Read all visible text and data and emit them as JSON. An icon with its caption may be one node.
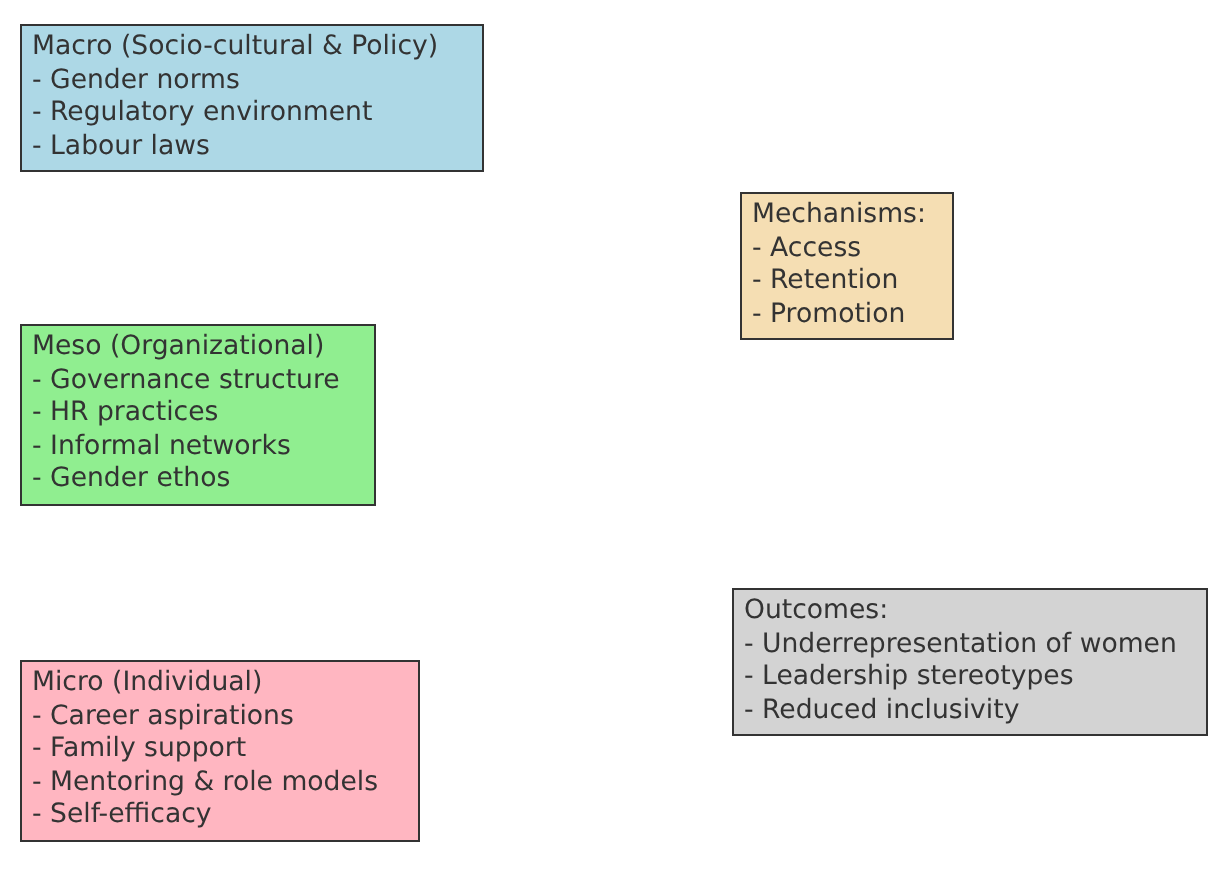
{
  "diagram": {
    "nodes": [
      {
        "text": [
          "Macro (Socio-cultural & Policy)",
          "- Gender norms",
          "- Regulatory environment",
          "- Labour laws"
        ]
      },
      {
        "text": [
          "Meso (Organizational)",
          "- Governance structure",
          "- HR practices",
          "- Informal networks",
          "- Gender ethos"
        ]
      },
      {
        "text": [
          "Micro (Individual)",
          "- Career aspirations",
          "- Family support",
          "- Mentoring & role models",
          "- Self-efficacy"
        ]
      },
      {
        "text": [
          "Mechanisms:",
          "- Access",
          "- Retention",
          "- Promotion"
        ]
      },
      {
        "text": [
          "Outcomes:",
          "- Underrepresentation of women",
          "- Leadership stereotypes",
          "- Reduced inclusivity"
        ]
      }
    ]
  }
}
